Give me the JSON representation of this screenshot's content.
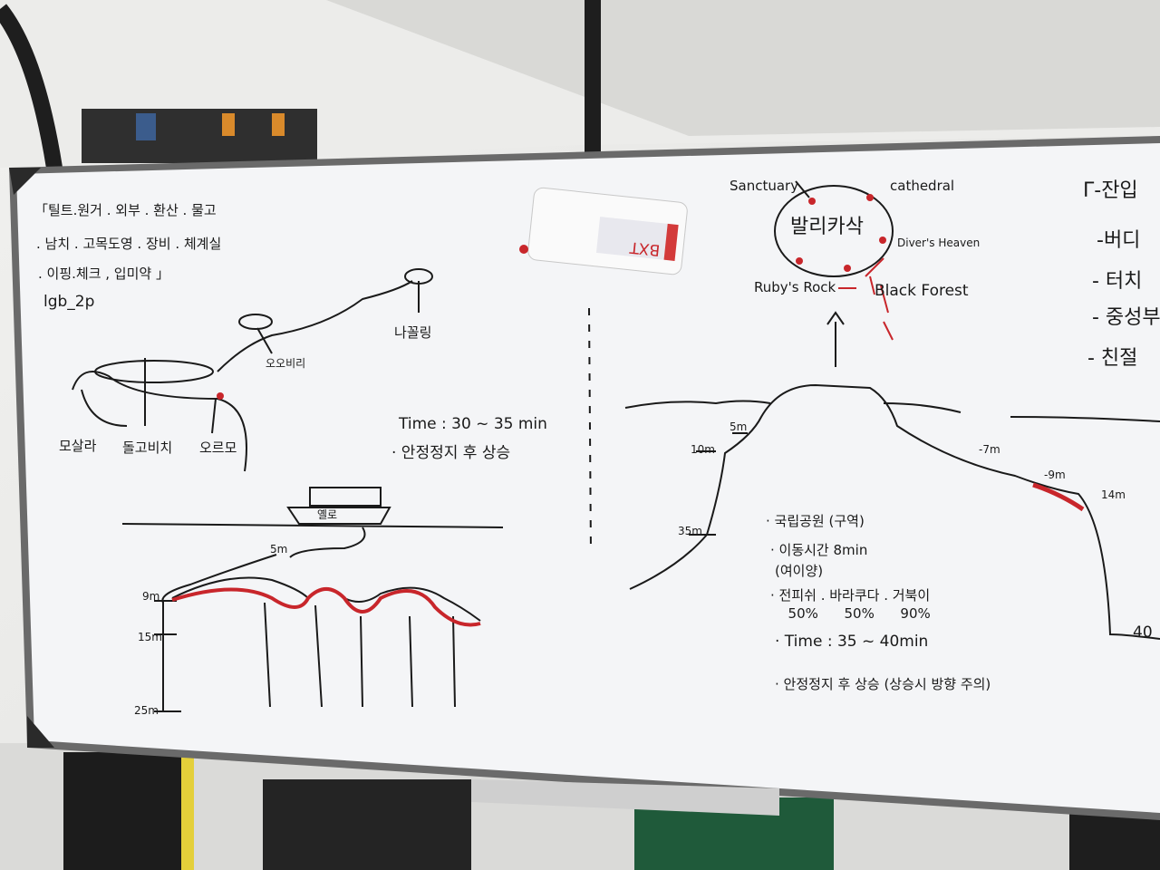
{
  "whiteboard": {
    "left_panel": {
      "header_lines": [
        "「틸트.원거 . 외부 . 환산 . 물고",
        ". 남치 . 고목도영 . 장비 . 체계실",
        ". 이핑.체크 , 입미약 」"
      ],
      "group_code": "lgb_2p",
      "site_labels": {
        "mosaic": "모살라",
        "turtle": "돌고비치",
        "start": "오르모",
        "middle": "오오비리",
        "top": "나꼴링"
      },
      "time_line": "Time : 30 ~ 35 min",
      "safety_line": "· 안정정지 후 상승",
      "depths": [
        "5m",
        "9m",
        "15m",
        "25m"
      ],
      "boat_label": "옐로"
    },
    "right_panel": {
      "map_title": "발리카삭",
      "map_sites": {
        "sanctuary": "Sanctuary",
        "cathedral": "cathedral",
        "divers_heaven": "Diver's Heaven",
        "rubys_rock": "Ruby's Rock",
        "black_forest": "Black Forest"
      },
      "profile_depths": [
        "5m",
        "10m",
        "35m",
        "-7m",
        "-9m",
        "14m",
        "40"
      ],
      "notes": [
        "· 국립공원 (구역)",
        "· 이동시간 8min",
        "  (여이양)",
        "· 전피쉬 . 바라쿠다 . 거북이",
        "  50%      50%      90%",
        "· Time : 35 ~ 40min",
        "· 안정정지 후 상승 (상승시 방향 주의)"
      ]
    },
    "far_right_notes": [
      "Γ-잔입",
      "-버디",
      "- 터치",
      "- 중성부",
      "- 친절"
    ],
    "marker_label": "BXT"
  },
  "colors": {
    "board": "#f4f5f7",
    "frame": "#3b3b3b",
    "ink": "#1a1a1a",
    "red_ink": "#c8262b"
  }
}
